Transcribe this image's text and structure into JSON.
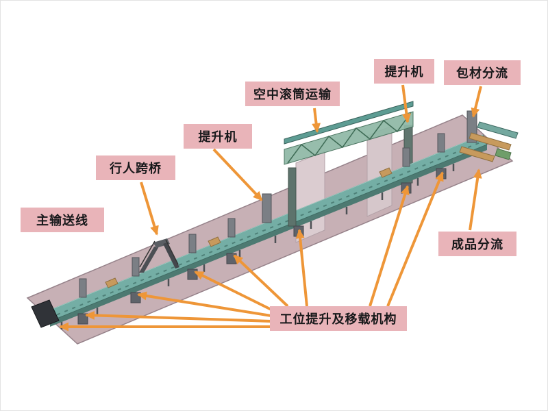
{
  "labels": [
    {
      "name": "main-conveyor-line",
      "text": "主输送线"
    },
    {
      "name": "pedestrian-bridge",
      "text": "行人跨桥"
    },
    {
      "name": "lifter-left",
      "text": "提升机"
    },
    {
      "name": "overhead-roller-transport",
      "text": "空中滚筒运输"
    },
    {
      "name": "lifter-right",
      "text": "提升机"
    },
    {
      "name": "packaging-material-diversion",
      "text": "包材分流"
    },
    {
      "name": "finished-product-diversion",
      "text": "成品分流"
    },
    {
      "name": "station-lifting-transfer",
      "text": "工位提升及移载机构"
    }
  ],
  "colors": {
    "label_background": "#e9b4b9",
    "arrow": "#ee9638",
    "platform": "#c7b0b5",
    "conveyor": "#74aea5",
    "truss": "#8fb8a6"
  }
}
